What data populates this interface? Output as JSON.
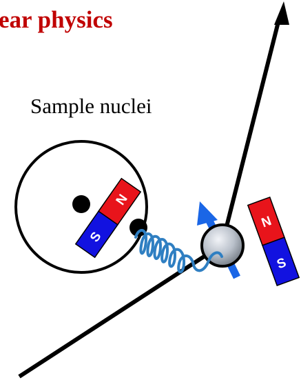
{
  "title": "ear physics",
  "sample_label": "Sample nuclei",
  "magnet_left": {
    "north": "N",
    "south": "S"
  },
  "magnet_right": {
    "north": "N",
    "south": "S"
  },
  "colors": {
    "title": "#c00000",
    "north": "#e8141b",
    "south": "#1212e0",
    "wave": "#2f7fc2",
    "spin_arrow": "#1a66e6",
    "track": "#000000"
  },
  "icons": [
    "arrow-up-icon",
    "magnet-icon",
    "nucleus-sphere",
    "wavy-photon"
  ]
}
